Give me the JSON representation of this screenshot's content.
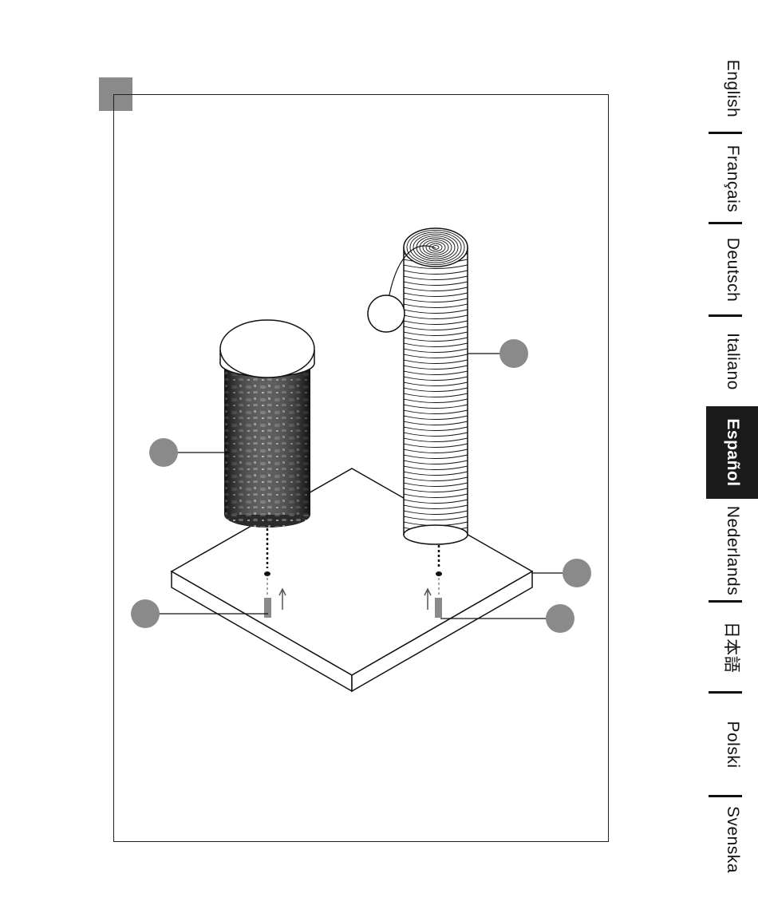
{
  "languages": [
    {
      "label": "English",
      "active": false
    },
    {
      "label": "Français",
      "active": false
    },
    {
      "label": "Deutsch",
      "active": false
    },
    {
      "label": "Italiano",
      "active": false
    },
    {
      "label": "Español",
      "active": true
    },
    {
      "label": "Nederlands",
      "active": false
    },
    {
      "label": "日本語",
      "active": false
    },
    {
      "label": "Polski",
      "active": false
    },
    {
      "label": "Svenska",
      "active": false
    }
  ],
  "colors": {
    "callout": "#8a8a8a",
    "active_tab": "#1a1a1a",
    "line": "#111111"
  }
}
